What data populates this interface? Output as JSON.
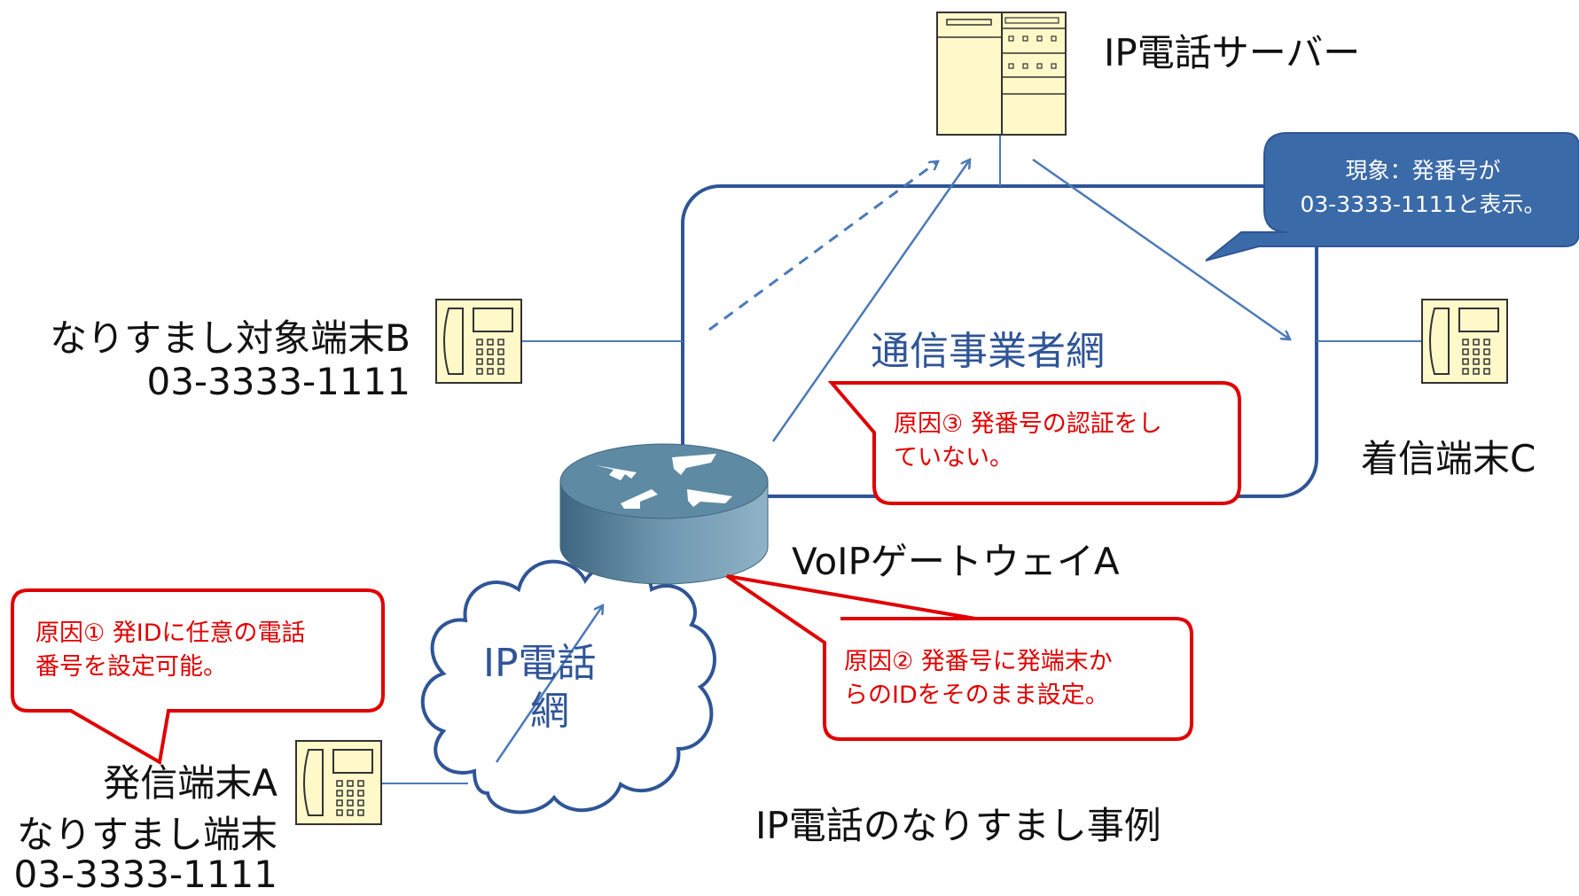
{
  "server": {
    "label": "IP電話サーバー"
  },
  "carrier_network": {
    "label": "通信事業者網"
  },
  "ip_network": {
    "label_line1": "IP電話",
    "label_line2": "網"
  },
  "gateway": {
    "label": "VoIPゲートウェイA"
  },
  "terminal_b": {
    "name": "なりすまし対象端末B",
    "number": "03-3333-1111"
  },
  "terminal_a": {
    "name": "発信端末A",
    "role": "なりすまし端末",
    "number": "03-3333-1111"
  },
  "terminal_c": {
    "name": "着信端末C"
  },
  "phenomenon": {
    "line1": "現象：発番号が",
    "line2": "03-3333-1111と表示。"
  },
  "cause1": {
    "line1": "原因① 発IDに任意の電話",
    "line2": "番号を設定可能。"
  },
  "cause2": {
    "line1": "原因② 発番号に発端末か",
    "line2": "らのIDをそのまま設定。"
  },
  "cause3": {
    "line1": "原因③ 発番号の認証をし",
    "line2": "ていない。"
  },
  "caption": "IP電話のなりすまし事例",
  "colors": {
    "network_blue": "#2f5597",
    "line_blue": "#4a7ab8",
    "callout_red": "#e00000",
    "callout_blue_fill": "#3b6aa8",
    "device_fill": "#fff9c9",
    "router_fill": "#5e8aa3"
  }
}
